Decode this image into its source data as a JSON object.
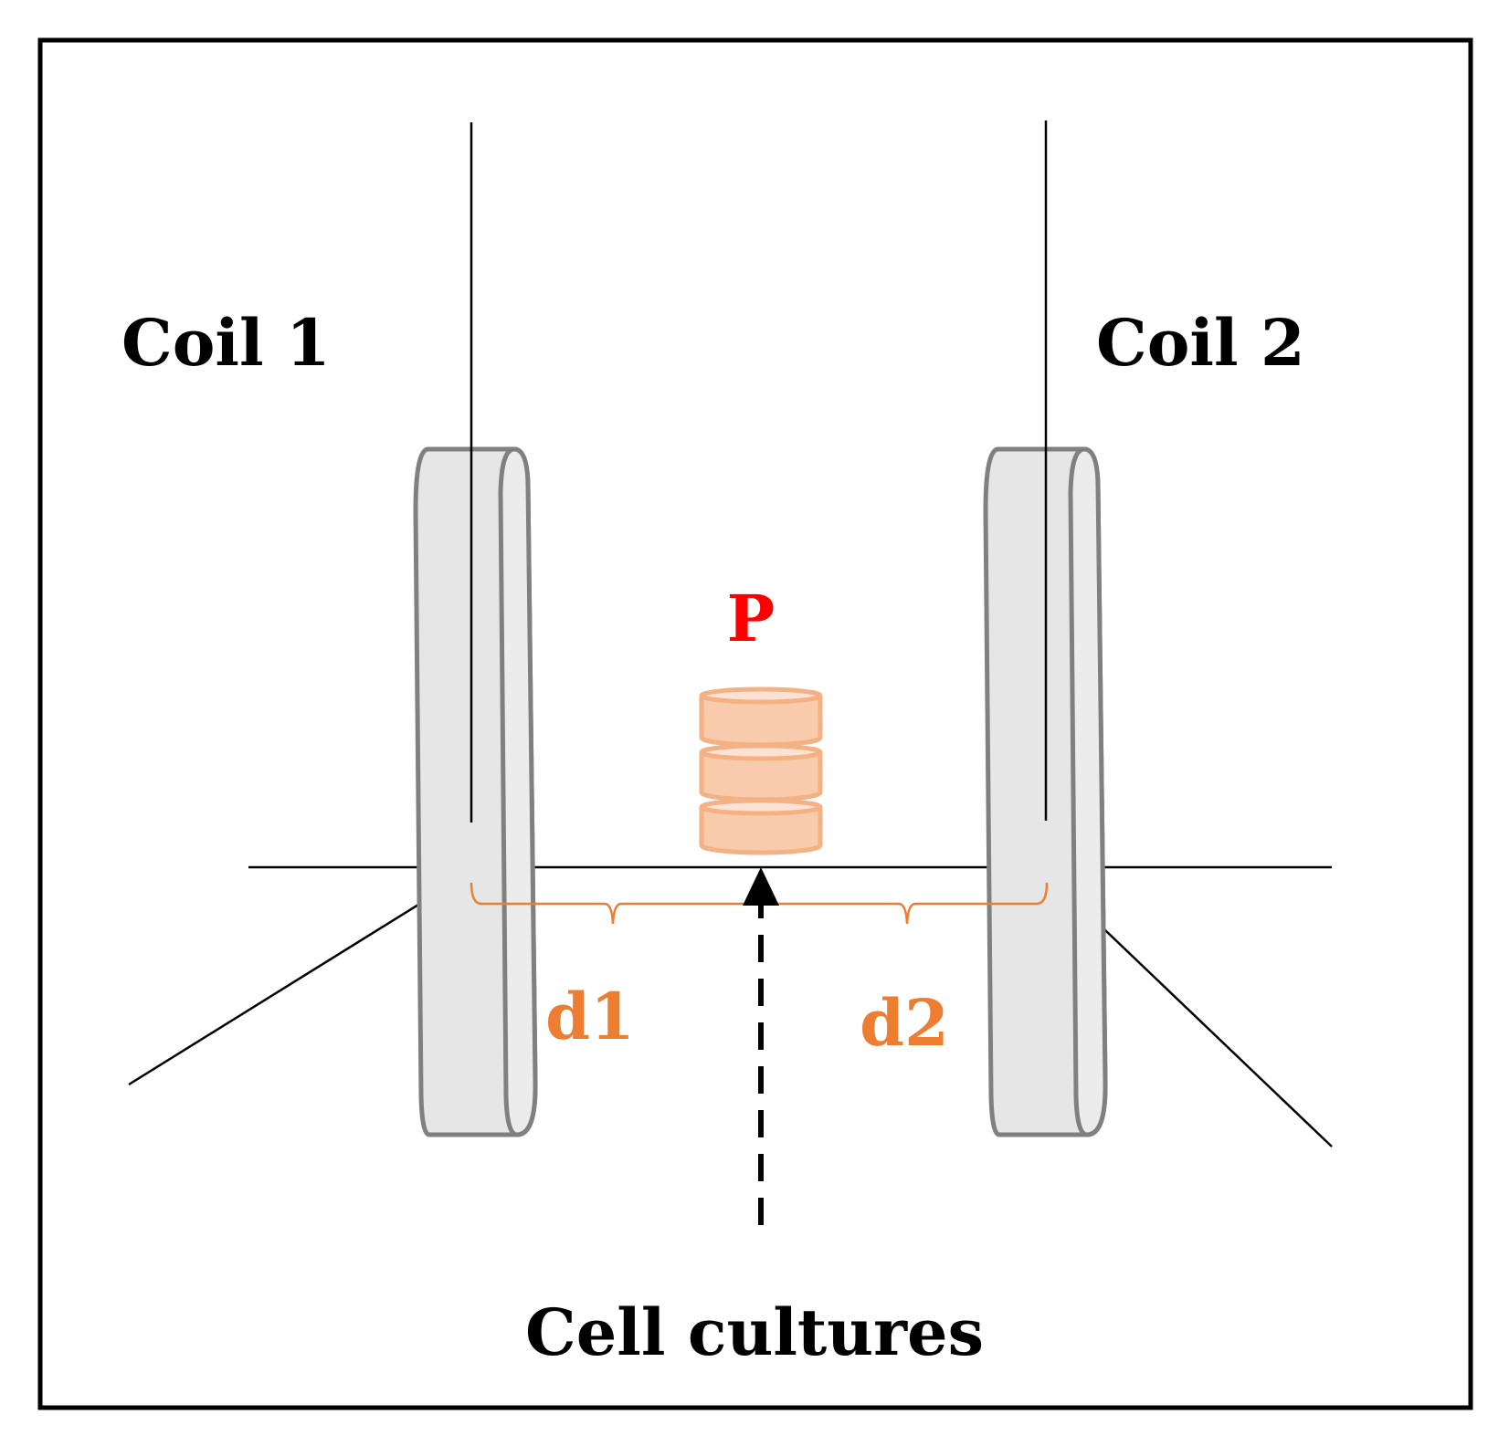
{
  "labels": {
    "coil1": "Coil 1",
    "coil2": "Coil 2",
    "point": "P",
    "d1": "d1",
    "d2": "d2",
    "cell_cultures": "Cell cultures"
  },
  "colors": {
    "frame": "#000000",
    "coil_fill": "#e6e6e6",
    "coil_edge": "#808080",
    "dish_fill": "#f8cbad",
    "dish_edge": "#f4b183",
    "distance": "#ed7d31",
    "point_label": "#ff0000"
  }
}
